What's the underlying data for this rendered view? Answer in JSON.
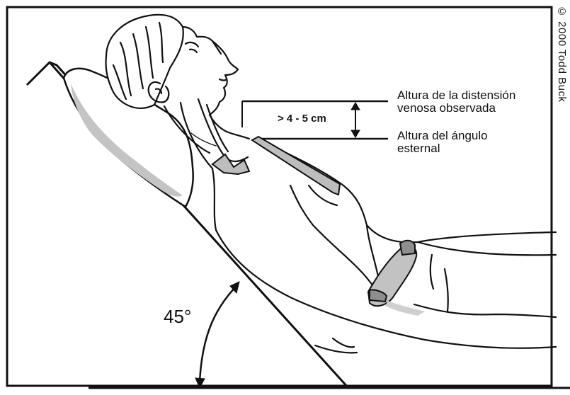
{
  "labels": {
    "vein_height_line1": "Altura de la distensión",
    "vein_height_line2": "venosa observada",
    "sternal_angle_line1": "Altura del ángulo",
    "sternal_angle_line2": "esternal",
    "measurement": "> 4 - 5 cm",
    "angle": "45°",
    "copyright": "© 2000 Todd Buck"
  },
  "colors": {
    "line": "#111111",
    "shade": "#b9b9b9",
    "background": "#ffffff"
  }
}
